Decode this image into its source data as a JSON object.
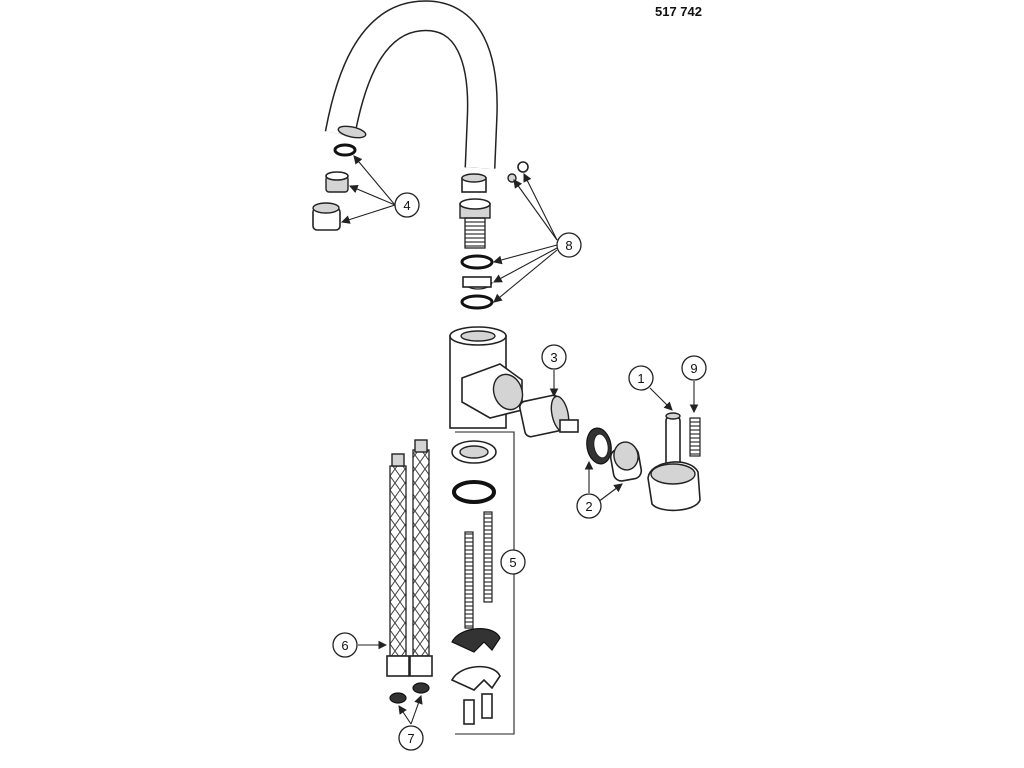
{
  "diagram": {
    "product_code": "517 742",
    "callouts": [
      {
        "id": "callout-1",
        "label": "1"
      },
      {
        "id": "callout-2",
        "label": "2"
      },
      {
        "id": "callout-3",
        "label": "3"
      },
      {
        "id": "callout-4",
        "label": "4"
      },
      {
        "id": "callout-5",
        "label": "5"
      },
      {
        "id": "callout-6",
        "label": "6"
      },
      {
        "id": "callout-7",
        "label": "7"
      },
      {
        "id": "callout-8",
        "label": "8"
      },
      {
        "id": "callout-9",
        "label": "9"
      }
    ]
  }
}
